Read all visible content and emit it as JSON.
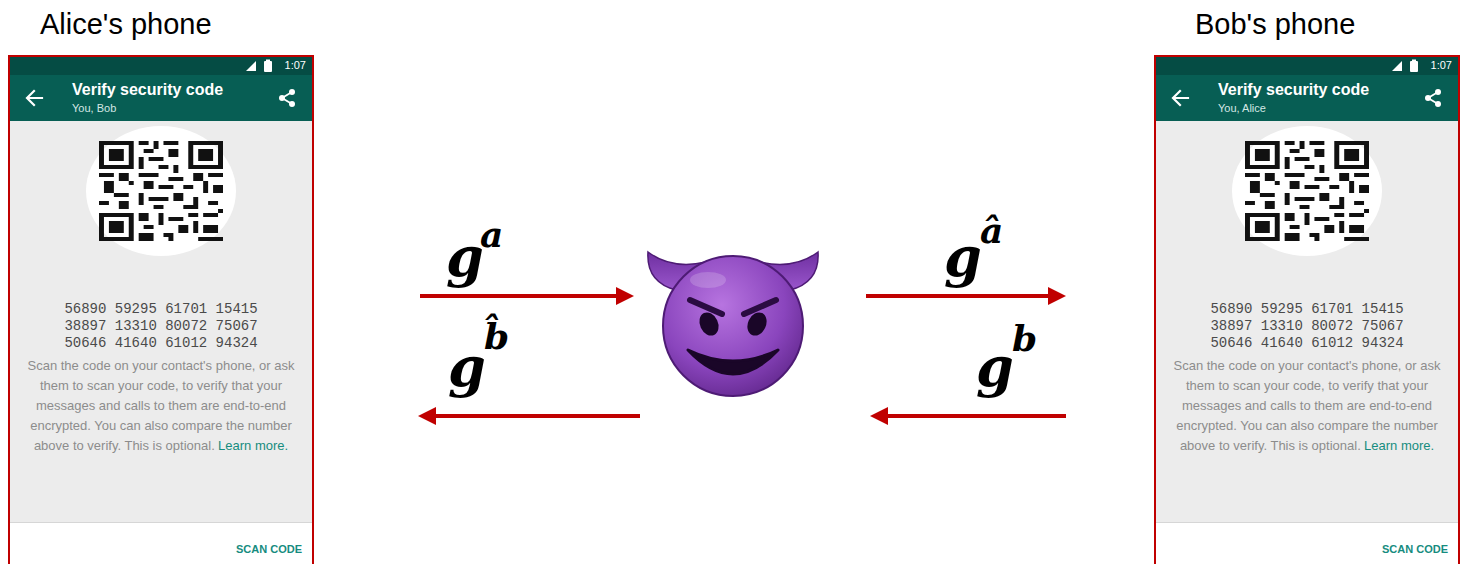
{
  "diagram": {
    "nodes": [
      {
        "text": [
          "Alice's phone",
          "1:07",
          "Verify security code",
          "You, Bob",
          "56890 59295 61701 15415 38897 13310 80072 75067 50646 41640 61012 94324",
          "Scan the code on your contact's phone, or ask them to scan your code, to verify that your messages and calls to them are end-to-end encrypted. You can also compare the number above to verify. This is optional.",
          "Learn more.",
          "SCAN CODE"
        ]
      },
      {
        "text": [
          "Bob's phone",
          "1:07",
          "Verify security code",
          "You, Alice",
          "56890 59295 61701 15415 38897 13310 80072 75067 50646 41640 61012 94324",
          "Scan the code on your contact's phone, or ask them to scan your code, to verify that your messages and calls to them are end-to-end encrypted. You can also compare the number above to verify. This is optional.",
          "Learn more.",
          "SCAN CODE"
        ]
      }
    ],
    "labels": [
      "g",
      "a",
      "g",
      "â",
      "g",
      "b̂",
      "g",
      "b"
    ]
  }
}
